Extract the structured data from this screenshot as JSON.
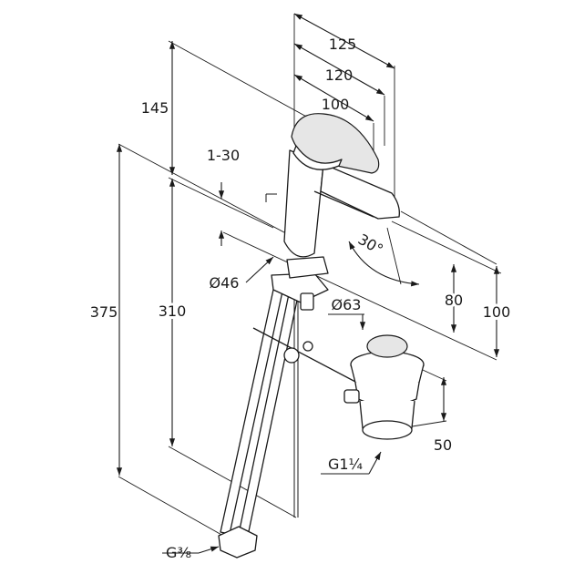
{
  "labels": {
    "d125": "125",
    "d120": "120",
    "d100_top": "100",
    "d145": "145",
    "d1_30": "1-30",
    "d375": "375",
    "d310": "310",
    "d30deg": "30°",
    "d46": "Ø46",
    "d63": "Ø63",
    "d80": "80",
    "d100_right": "100",
    "d50": "50",
    "g114": "G1¼",
    "g38": "G⅜"
  }
}
